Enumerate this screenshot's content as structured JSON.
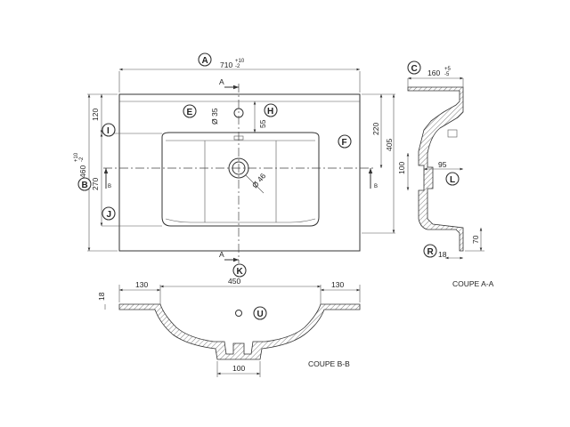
{
  "callouts": {
    "A": "A",
    "B": "B",
    "C": "C",
    "E": "E",
    "F": "F",
    "H": "H",
    "I": "I",
    "J": "J",
    "K": "K",
    "L": "L",
    "R": "R",
    "U": "U"
  },
  "dimensions": {
    "width": "710",
    "width_tol_plus": "+10",
    "width_tol_minus": "-2",
    "depth": "460",
    "depth_tol_plus": "+10",
    "depth_tol_minus": "-2",
    "d120": "120",
    "d270": "270",
    "d220": "220",
    "d405": "405",
    "d35": "Ø 35",
    "d55": "55",
    "d46": "Ø 46",
    "side_160": "160",
    "side_160_tol_plus": "+5",
    "side_160_tol_minus": "-5",
    "side_100": "100",
    "side_95": "95",
    "side_70": "70",
    "side_18": "18",
    "bottom_130_left": "130",
    "bottom_450": "450",
    "bottom_130_right": "130",
    "bottom_18": "18",
    "bottom_100": "100"
  },
  "section_marks": {
    "a_top": "A",
    "a_bottom": "A",
    "b_left": "B",
    "b_right": "B"
  },
  "captions": {
    "coupe_aa": "COUPE A-A",
    "coupe_bb": "COUPE B-B"
  }
}
